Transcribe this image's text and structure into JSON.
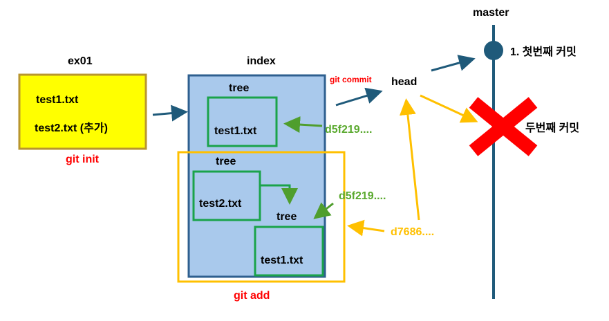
{
  "colors": {
    "yellow_fill": "#ffff00",
    "yellow_border": "#b8962e",
    "index_fill": "#a9c9ec",
    "index_border": "#2e5f8f",
    "green": "#1aa34a",
    "arrow_green": "#4f9e2d",
    "gold": "#ffc000",
    "red": "#ff0000",
    "navy": "#1f5a7a",
    "hash_green": "#5aa92e"
  },
  "workdir": {
    "title": "ex01",
    "file1": "test1.txt",
    "file2": "test2.txt (추가)",
    "action": "git init"
  },
  "index": {
    "title": "index",
    "tree_top": "tree",
    "tree_top_file": "test1.txt",
    "tree_mid": "tree",
    "tree_mid_file": "test2.txt",
    "tree_inner": "tree",
    "tree_inner_file": "test1.txt",
    "action": "git add"
  },
  "hashes": {
    "h1": "d5f219....",
    "h2": "d5f219....",
    "h3": "d7686...."
  },
  "commit": {
    "action": "git commit",
    "head": "head"
  },
  "branch": {
    "name": "master",
    "commit1": "1. 첫번째 커밋",
    "commit2": "두번째 커밋"
  }
}
